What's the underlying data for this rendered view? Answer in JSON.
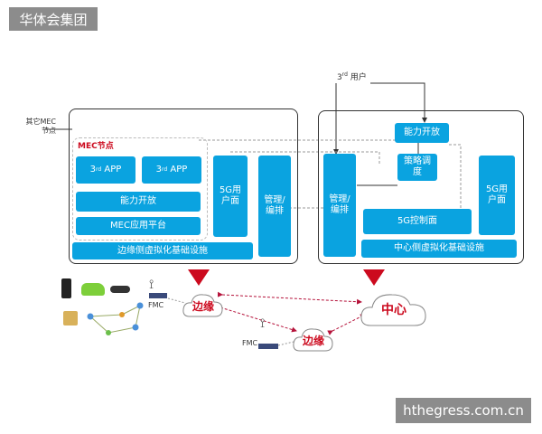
{
  "header": {
    "title": "华体会集团"
  },
  "watermark": {
    "text": "hthegress.com.cn"
  },
  "external": {
    "other_mec_line1": "其它MEC",
    "other_mec_line2": "节点",
    "third_party_user_sup": "rd",
    "third_party_user": "用户",
    "third_party_user_prefix": "3"
  },
  "edge_block": {
    "mec_node_label": "MEC节点",
    "app1_prefix": "3",
    "app1_sup": "rd",
    "app1_label": "APP",
    "app2_prefix": "3",
    "app2_sup": "rd",
    "app2_label": "APP",
    "capability_open": "能力开放",
    "mec_platform": "MEC应用平台",
    "edge_infra": "边缘侧虚拟化基础设施",
    "user_plane": "5G用户面",
    "mgmt": "管理/编排"
  },
  "center_block": {
    "mgmt": "管理/编排",
    "capability_open": "能力开放",
    "policy": "策略调度",
    "control_plane": "5G控制面",
    "user_plane": "5G用户面",
    "center_infra": "中心侧虚拟化基础设施"
  },
  "network": {
    "edge_cloud_1": "边缘",
    "edge_cloud_2": "边缘",
    "center_cloud": "中心",
    "fmc_1": "FMC",
    "fmc_2": "FMC"
  },
  "colors": {
    "block_blue": "#0aa3e0",
    "arrow_red": "#cc0a1e",
    "frame": "#333333"
  }
}
